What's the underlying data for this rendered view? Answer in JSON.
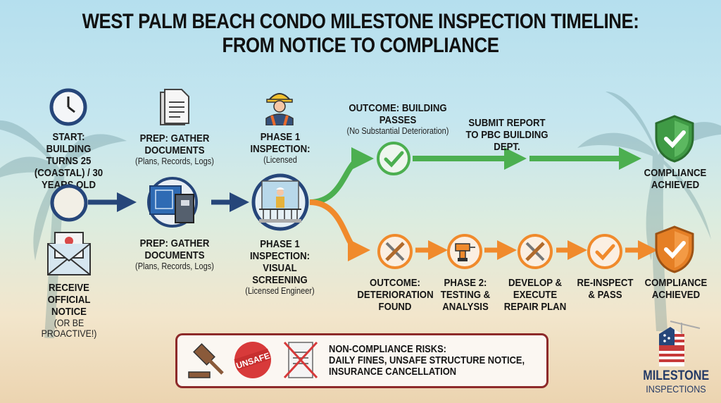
{
  "title": {
    "line1": "WEST PALM BEACH CONDO MILESTONE INSPECTION TIMELINE:",
    "line2": "FROM NOTICE TO COMPLIANCE"
  },
  "steps": {
    "start": {
      "label": "START: BUILDING TURNS 25 (COASTAL) / 30 YEARS OLD",
      "icon": "clock-icon"
    },
    "notice": {
      "label": "RECEIVE OFFICIAL NOTICE",
      "sub": "(OR BE PROACTIVE!)",
      "icon": "envelope-icon"
    },
    "prep_top": {
      "label": "PREP: GATHER DOCUMENTS",
      "sub": "(Plans, Records, Logs)",
      "icon": "document-icon"
    },
    "prep_bottom": {
      "label": "PREP: GATHER DOCUMENTS",
      "sub": "(Plans, Records, Logs)",
      "icon": "blueprint-binder-icon"
    },
    "phase1_top": {
      "label": "PHASE 1 INSPECTION:",
      "sub": "(Licensed",
      "icon": "inspector-icon"
    },
    "phase1_bottom": {
      "label": "PHASE 1 INSPECTION: VISUAL SCREENING",
      "sub": "(Licensed Engineer)",
      "icon": "inspector-balcony-icon"
    }
  },
  "pass_branch": {
    "color": "#4caf50",
    "outcome": {
      "label": "OUTCOME: BUILDING PASSES",
      "sub": "(No Substantial Deterioration)"
    },
    "submit": {
      "label": "SUBMIT REPORT TO PBC BUILDING DEPT."
    },
    "compliance": {
      "label": "COMPLIANCE ACHIEVED",
      "icon": "shield-check-icon"
    }
  },
  "fail_branch": {
    "color": "#f08a2c",
    "steps": [
      {
        "label": "OUTCOME: DETERIORATION FOUND",
        "icon": "wrench-screwdriver-icon"
      },
      {
        "label": "PHASE 2: TESTING & ANALYSIS",
        "icon": "drill-icon"
      },
      {
        "label": "DEVELOP & EXECUTE REPAIR PLAN",
        "icon": "wrench-screwdriver-icon"
      },
      {
        "label": "RE-INSPECT & PASS",
        "icon": "check-circle-icon"
      },
      {
        "label": "COMPLIANCE ACHIEVED",
        "icon": "shield-check-icon"
      }
    ]
  },
  "risks": {
    "title": "NON-COMPLIANCE RISKS:",
    "line2": "DAILY FINES, UNSAFE STRUCTURE NOTICE,",
    "line3": "INSURANCE CANCELLATION",
    "stamp": "UNSAFE",
    "icons": [
      "gavel-icon",
      "unsafe-stamp-icon",
      "cancelled-document-icon"
    ]
  },
  "logo": {
    "line1": "MILESTONE",
    "line2": "INSPECTIONS"
  },
  "colors": {
    "navy": "#26467a",
    "green": "#4caf50",
    "orange": "#f08a2c",
    "risk_border": "#8d2a2a"
  }
}
